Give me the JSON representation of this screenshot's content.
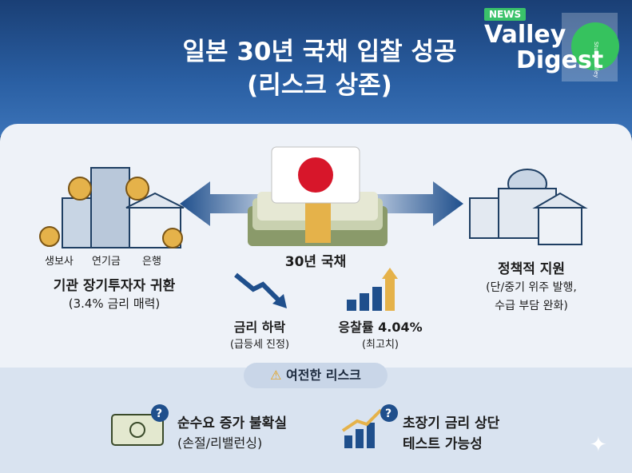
{
  "brand": {
    "news": "NEWS",
    "line1": "Valley",
    "line2": "Digest",
    "studio": "Studio Valley"
  },
  "title": {
    "line1": "일본 30년 국채 입찰 성공",
    "line2": "(리스크 상존)"
  },
  "left": {
    "tags": [
      "생보사",
      "연기금",
      "은행"
    ],
    "heading": "기관 장기투자자 귀환",
    "sub": "(3.4% 금리 매력)"
  },
  "center": {
    "label": "30년 국채"
  },
  "right": {
    "heading": "정책적 지원",
    "sub1": "(단/중기 위주 발행,",
    "sub2": "수급 부담 완화)"
  },
  "rate": {
    "heading": "금리 하락",
    "sub": "(급등세 진정)"
  },
  "bid": {
    "heading": "응찰률 4.04%",
    "sub": "(최고치)"
  },
  "risk": {
    "pill": "여전한 리스크",
    "item1": {
      "line1": "순수요 증가 불확실",
      "line2": "(손절/리밸런싱)"
    },
    "item2": {
      "line1": "초장기 금리 상단",
      "line2": "테스트 가능성"
    }
  },
  "colors": {
    "navy": "#1f4f8c",
    "gold": "#e5b24a",
    "flagRed": "#d7162a",
    "green": "#36c25e"
  }
}
